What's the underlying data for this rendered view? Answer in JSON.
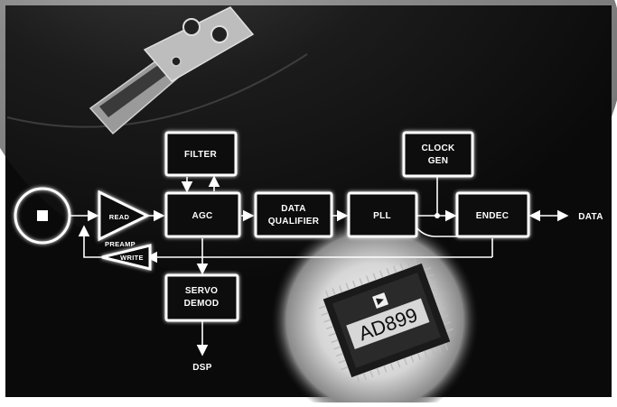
{
  "blocks": {
    "read": "READ",
    "preamp": "PREAMP",
    "write": "WRITE",
    "filter": "FILTER",
    "agc": "AGC",
    "data_qualifier_1": "DATA",
    "data_qualifier_2": "QUALIFIER",
    "pll": "PLL",
    "clock_gen_1": "CLOCK",
    "clock_gen_2": "GEN",
    "endec": "ENDEC",
    "servo_demod_1": "SERVO",
    "servo_demod_2": "DEMOD"
  },
  "outputs": {
    "data": "DATA",
    "dsp": "DSP"
  },
  "chip": {
    "part_number": "AD899"
  },
  "colors": {
    "background": "#0a0a0a",
    "box_border": "#ffffff",
    "spotlight": "#e8e8e8"
  }
}
